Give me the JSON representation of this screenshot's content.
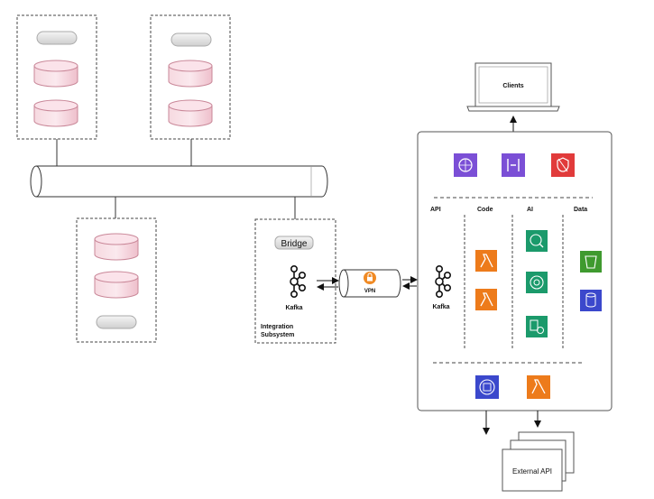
{
  "labels": {
    "clients": "Clients",
    "bridge": "Bridge",
    "kafka_left": "Kafka",
    "integration_line1": "Integration",
    "integration_line2": "Subsystem",
    "vpn": "VPN",
    "kafka_right": "Kafka",
    "col_api": "API",
    "col_code": "Code",
    "col_ai": "AI",
    "col_data": "Data",
    "external_api": "External API"
  },
  "icons": {
    "top_row": [
      "cloudfront-icon",
      "api-gateway-icon",
      "waf-icon"
    ],
    "code": [
      "lambda-icon",
      "lambda-icon"
    ],
    "ai": [
      "comprehend-icon",
      "rekognition-icon",
      "textract-icon"
    ],
    "data": [
      "s3-bucket-icon",
      "dynamodb-icon"
    ],
    "bottom_row": [
      "step-functions-icon",
      "lambda-icon"
    ]
  },
  "colors": {
    "db_pink": "#f3c9d4",
    "db_stroke": "#c98798",
    "pill_gray": "#d8d8d8",
    "lambda_orange": "#ed7b1b",
    "ai_green": "#1b9a6b",
    "data_green": "#3f9a2f",
    "network_purple": "#7b4fd6",
    "waf_red": "#e13b3b",
    "vpn_orange": "#f08a24"
  }
}
